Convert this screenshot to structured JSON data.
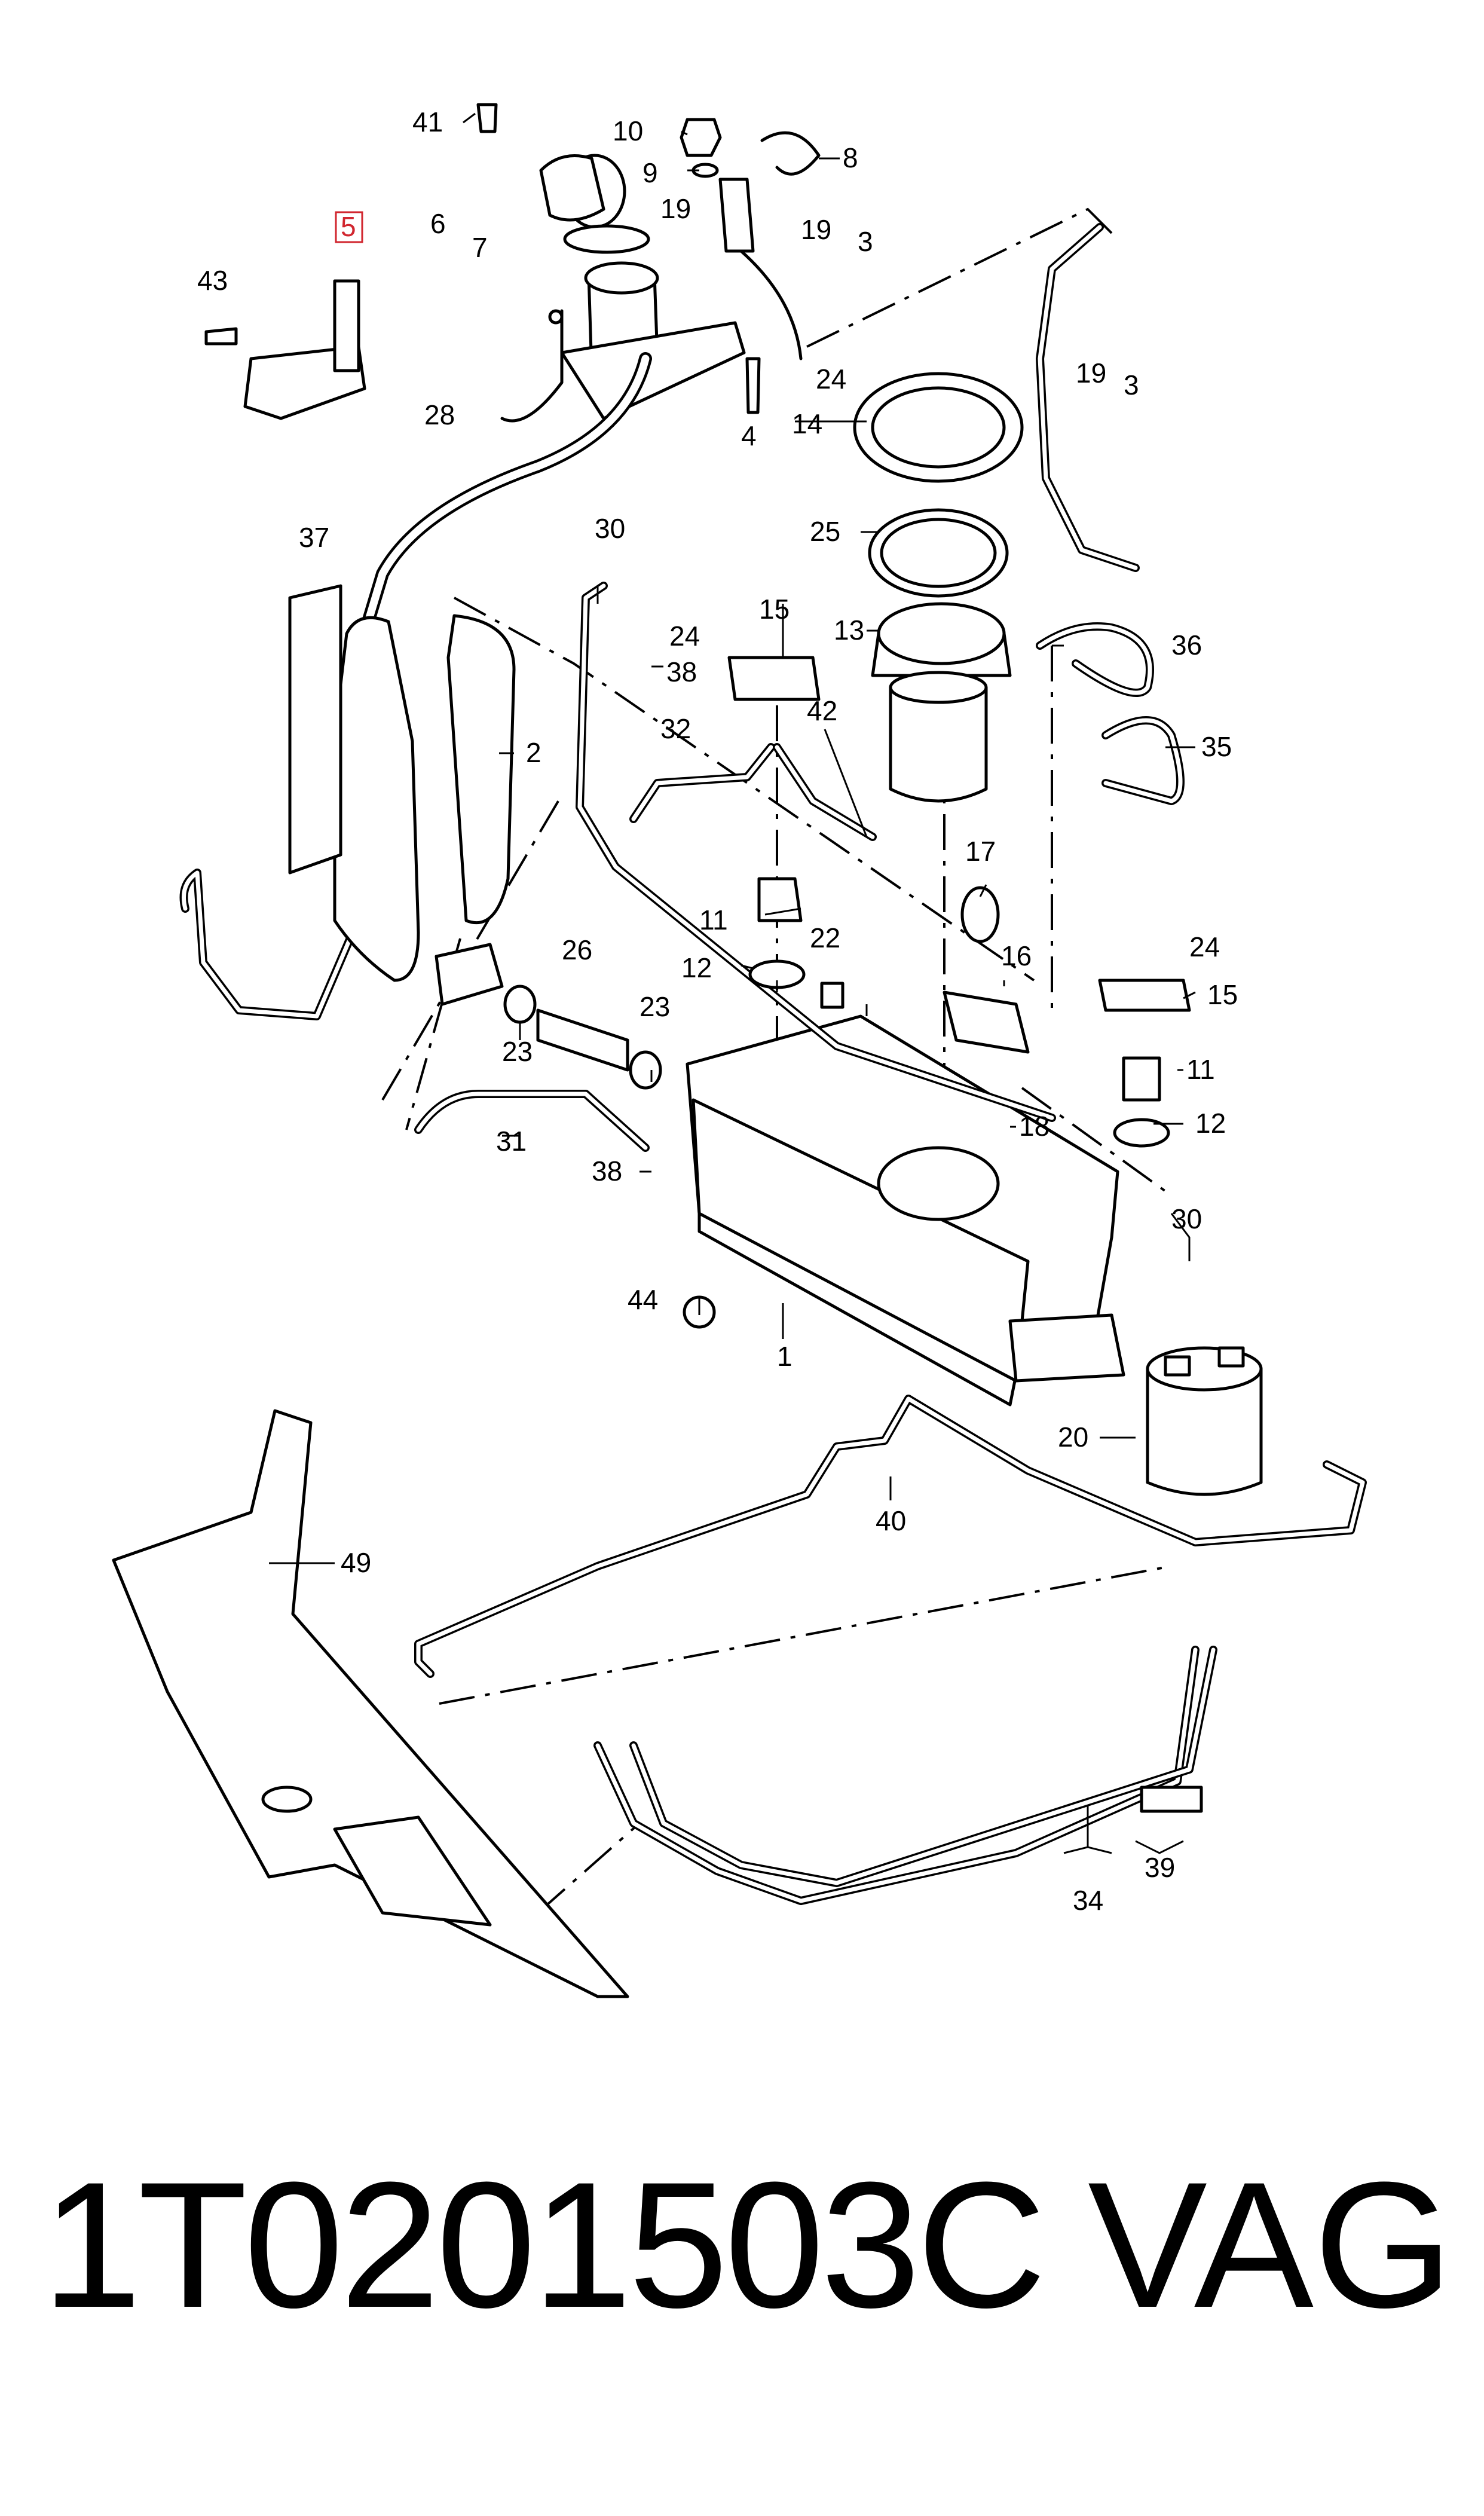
{
  "callouts": {
    "c41": "41",
    "c10": "10",
    "c8": "8",
    "c9": "9",
    "c19a": "19",
    "c19b": "19",
    "c3a": "3",
    "c5": "5",
    "c6": "6",
    "c7": "7",
    "c43": "43",
    "c28": "28",
    "c4": "4",
    "c24a": "24",
    "c14": "14",
    "c19c": "19",
    "c3b": "3",
    "c25": "25",
    "c37": "37",
    "c30a": "30",
    "c13": "13",
    "c15a": "15",
    "c24b": "24",
    "c38a": "38",
    "c36": "36",
    "c2": "2",
    "c32": "32",
    "c42": "42",
    "c35": "35",
    "c17": "17",
    "c11a": "11",
    "c24c": "24",
    "c26": "26",
    "c12a": "12",
    "c22": "22",
    "c16": "16",
    "c15b": "15",
    "c23a": "23",
    "c23b": "23",
    "c11b": "11",
    "c31": "31",
    "c18": "18",
    "c12b": "12",
    "c38b": "38",
    "c30b": "30",
    "c44": "44",
    "c1": "1",
    "c20": "20",
    "c40": "40",
    "c49": "49",
    "c39": "39",
    "c34": "34"
  },
  "footer": {
    "part_number": "1T0201503C",
    "brand": "VAG"
  },
  "colors": {
    "ink": "#000000",
    "highlight": "#d1262f",
    "background": "#ffffff"
  }
}
